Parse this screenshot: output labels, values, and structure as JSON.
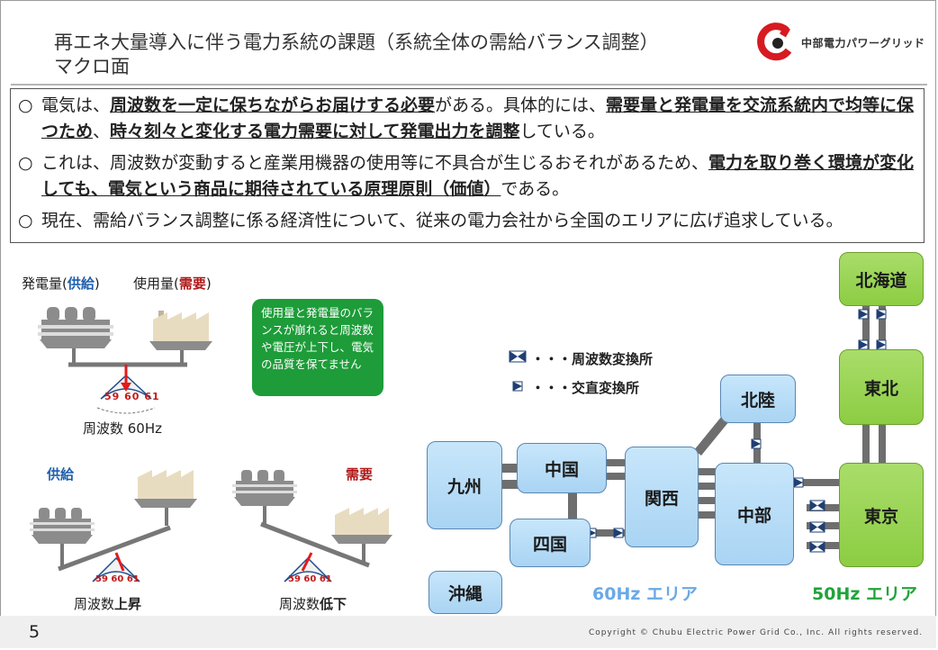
{
  "header": {
    "title_line1": "再エネ大量導入に伴う電力系統の課題（系統全体の需給バランス調整）",
    "title_line2": "マクロ面",
    "logo_text": "中部電力パワーグリッド",
    "brand_color": "#d71a21"
  },
  "bullets": [
    {
      "mark": "○",
      "parts": [
        "電気は、",
        "周波数を一定に保ちながらお届けする必要",
        "がある。具体的には、",
        "需要量と発電量を交流系統内で均等に保つため",
        "、",
        "時々刻々と変化する電力需要に対して発電出力を調整",
        "している。"
      ]
    },
    {
      "mark": "○",
      "parts": [
        "これは、周波数が変動すると産業用機器の使用等に不具合が生じるおそれがあるため、",
        "電力を取り巻く環境が変化しても、電気という商品に期待されている原理原則（価値）",
        "である。"
      ]
    },
    {
      "mark": "○",
      "parts": [
        "現在、需給バランス調整に係る経済性について、従来の電力会社から全国のエリアに広げ追求している。"
      ]
    }
  ],
  "balance": {
    "gen_label": "発電量(",
    "gen_em": "供給",
    "use_label": "使用量(",
    "use_em": "需要",
    "close": ")",
    "freq_label": "周波数 60Hz",
    "supply": "供給",
    "demand": "需要",
    "rise_prefix": "周波数",
    "rise_em": "上昇",
    "fall_prefix": "周波数",
    "fall_em": "低下",
    "dial": [
      "59",
      "60",
      "61"
    ],
    "note": "使用量と発電量のバランスが崩れると周波数や電圧が上下し、電気の品質を保てません"
  },
  "grid": {
    "legend_fc": "・・・周波数変換所",
    "legend_dc": "・・・交直変換所",
    "regions": {
      "hokkaido": "北海道",
      "tohoku": "東北",
      "tokyo": "東京",
      "chubu": "中部",
      "hokuriku": "北陸",
      "kansai": "関西",
      "chugoku": "中国",
      "shikoku": "四国",
      "kyushu": "九州",
      "okinawa": "沖縄"
    },
    "hz60": "60Hz エリア",
    "hz50": "50Hz エリア",
    "colors": {
      "hz60": "#6aa9e6",
      "hz50": "#22a33a",
      "area60": "#b8dcf7",
      "area50": "#97d451"
    }
  },
  "footer": {
    "page": "5",
    "copyright": "Copyright © Chubu Electric Power Grid Co., Inc. All rights reserved."
  }
}
